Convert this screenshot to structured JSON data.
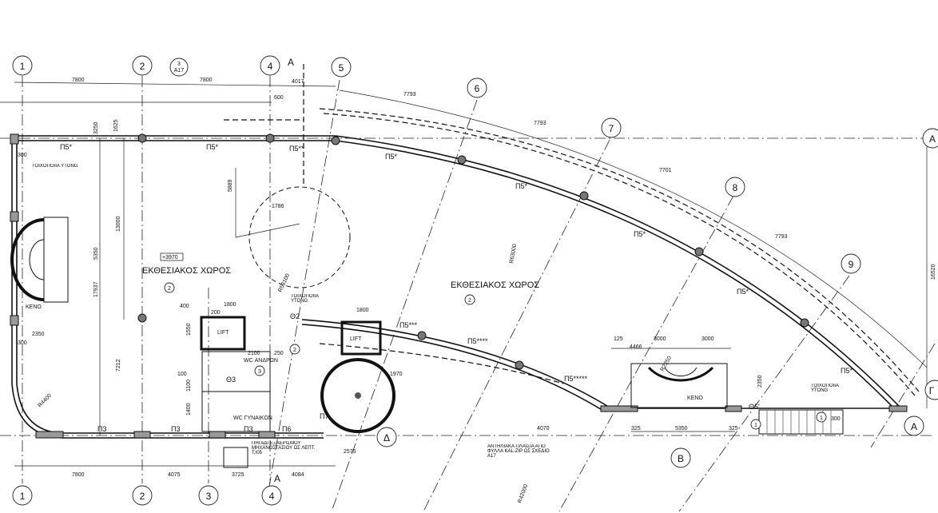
{
  "grid_labels": {
    "c1": "1",
    "c2": "2",
    "c3": "3",
    "c4": "4",
    "c5": "5",
    "c6": "6",
    "c7": "7",
    "c8": "8",
    "c9": "9",
    "rA": "A",
    "rB": "B",
    "rD": "Δ",
    "rG": "Γ"
  },
  "section_marker": {
    "label": "A",
    "ref_top": "3",
    "ref_bottom": "A17"
  },
  "rooms": {
    "exhibition": "ΕΚΘΕΣΙΑΚΟΣ ΧΩΡΟΣ",
    "room_no": "2",
    "lift": "LIFT",
    "void": "KENO",
    "wc_men": "WC ΑΝΔΡΩΝ",
    "wc_women": "WC ΓΥΝΑΙΚΩΝ",
    "level": "+3970"
  },
  "notes": {
    "ytong": "ΤΟΙΧΟΠΟΙΙΑ YTONG",
    "well": "ΠΗΓΑΔΙ ΕΞΑΕΡΙΣΜΟΥ ΜΗΧΑΝΟΣΤΑΣΙΟΥ ΩΣ ΛΕΠΤ. T.Ι05",
    "louvers": "ΑΝΤΗΛΙΑΚΑ ΠΛΑΙΣΙΑ ΑΠΟ ΦΥΛΛΑ KAL-ZIP ΩΣ ΣΧΕΔΙΟ Α17"
  },
  "tags": {
    "p5a": "Π5*",
    "p5b": "Π5**",
    "p5c": "Π5***",
    "p5d": "Π5****",
    "p5e": "Π5*****",
    "p3": "Π3",
    "p6": "Π6",
    "p7": "Π7",
    "th2": "Θ2",
    "th3": "Θ3",
    "th5": "Θ5'",
    "one": "1",
    "three": "3"
  },
  "dims": {
    "d7800": "7800",
    "d4017": "4017",
    "d600": "600",
    "d7793": "7793",
    "d7701": "7701",
    "d1625": "1625",
    "d3250": "3250",
    "d5889": "5889",
    "d1786": "1786",
    "d13000": "13000",
    "d17937": "17937",
    "d5350": "5350",
    "d3000": "3000",
    "d325": "325",
    "d2350": "2350",
    "d300": "300",
    "d7212": "7212",
    "d4075": "4075",
    "d3725": "3725",
    "d4084": "4084",
    "d16520": "16520",
    "d4466": "4466",
    "d125": "125",
    "d4070": "4070",
    "d1970": "1970",
    "d2575": "2575",
    "d1800": "1800",
    "d200": "200",
    "d400": "400",
    "d1550": "1550",
    "d2100": "2100",
    "d1100": "1100",
    "d1400": "1400",
    "d100": "100",
    "d250": "250",
    "r42000": "R42000",
    "r53100": "R53100",
    "r2250": "R2250",
    "r4400": "R4400",
    "d63000": "R63000"
  }
}
